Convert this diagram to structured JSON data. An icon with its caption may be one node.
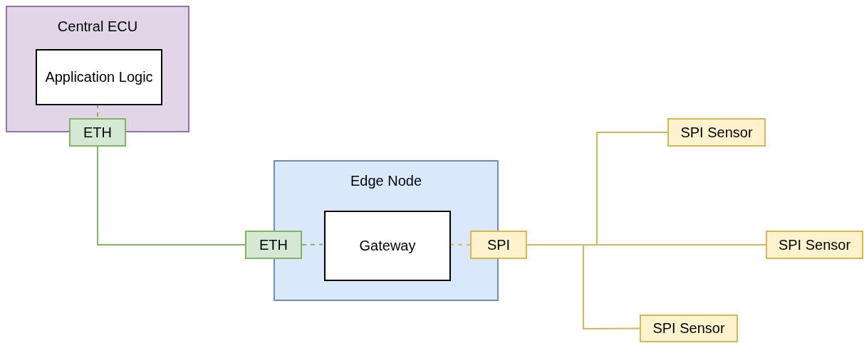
{
  "diagram": {
    "nodes": [
      {
        "text": [
          "Central ECU"
        ]
      },
      {
        "text": [
          "Application Logic"
        ],
        "in": 0
      },
      {
        "text": [
          "ETH"
        ]
      },
      {
        "text": [
          "Edge Node"
        ]
      },
      {
        "text": [
          "ETH"
        ]
      },
      {
        "text": [
          "Gateway"
        ],
        "in": 3
      },
      {
        "text": [
          "SPI"
        ]
      },
      {
        "text": [
          "SPI Sensor"
        ]
      },
      {
        "text": [
          "SPI Sensor"
        ]
      },
      {
        "text": [
          "SPI Sensor"
        ]
      }
    ],
    "edges": [
      {
        "from": 1,
        "to": 2,
        "arrow": "none",
        "style": "dashed",
        "color": "#82b366"
      },
      {
        "from": 2,
        "to": 4,
        "arrow": "none",
        "color": "#82b366"
      },
      {
        "from": 4,
        "to": 5,
        "arrow": "none",
        "style": "dashed",
        "color": "#82b366"
      },
      {
        "from": 5,
        "to": 6,
        "arrow": "none",
        "style": "dashed",
        "color": "#d6b656"
      },
      {
        "from": 6,
        "to": 7,
        "arrow": "none",
        "color": "#d6b656"
      },
      {
        "from": 6,
        "to": 8,
        "arrow": "none",
        "color": "#d6b656"
      },
      {
        "from": 6,
        "to": 9,
        "arrow": "none",
        "color": "#d6b656"
      }
    ]
  }
}
